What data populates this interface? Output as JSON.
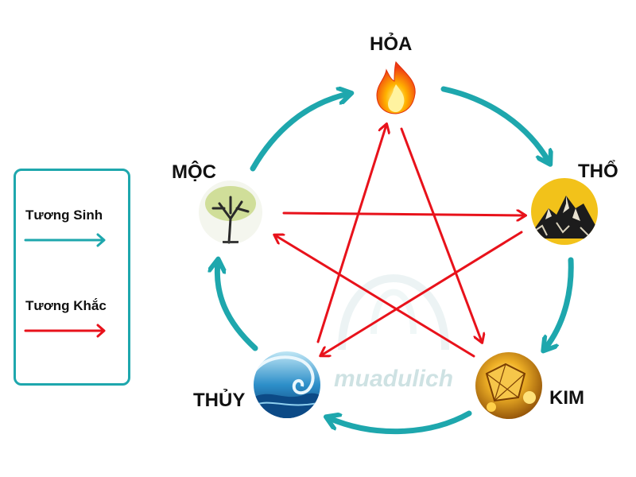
{
  "legend": {
    "sinh_label": "Tương Sinh",
    "khac_label": "Tương Khắc"
  },
  "elements": {
    "hoa": "HỎA",
    "tho": "THỔ",
    "kim": "KIM",
    "thuy": "THỦY",
    "moc": "MỘC"
  },
  "watermark": "muadulich",
  "colors": {
    "sinh": "#1ea7ad",
    "khac": "#e8121b"
  },
  "icons": {
    "hoa": "fire-icon",
    "tho": "mountain-icon",
    "kim": "gold-icon",
    "thuy": "wave-icon",
    "moc": "tree-icon"
  }
}
